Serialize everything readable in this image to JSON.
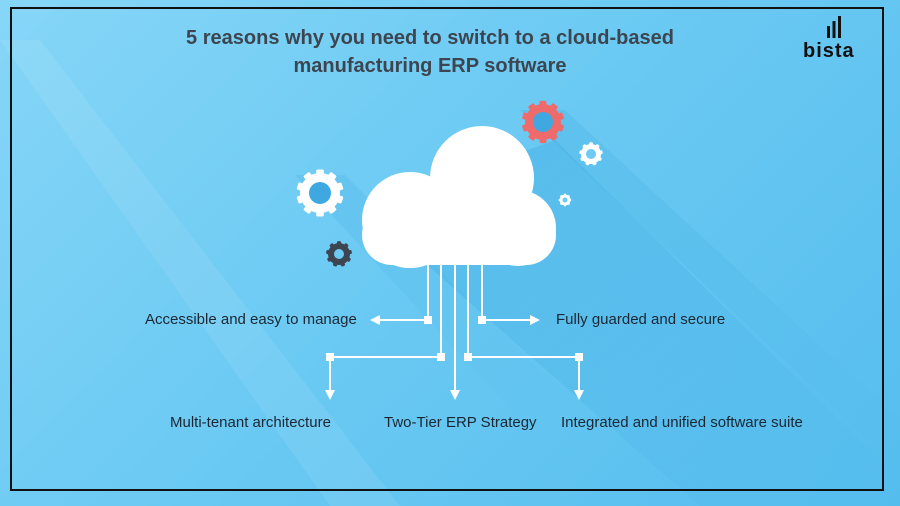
{
  "header": {
    "title_line1": "5 reasons why you need to switch to a cloud-based",
    "title_line2": "manufacturing ERP software"
  },
  "logo": {
    "text": "bista"
  },
  "reasons": [
    "Accessible and easy to manage",
    "Fully guarded and secure",
    "Multi-tenant architecture",
    "Two-Tier ERP Strategy",
    "Integrated and unified software suite"
  ],
  "colors": {
    "background": "#6ccaf3",
    "cloud": "#ffffff",
    "gear_red": "#ef6b6b",
    "gear_dark": "#3d4650",
    "gear_white": "#ffffff",
    "title_text": "#3d4650"
  },
  "icons": [
    "cloud-icon",
    "gear-icon"
  ]
}
